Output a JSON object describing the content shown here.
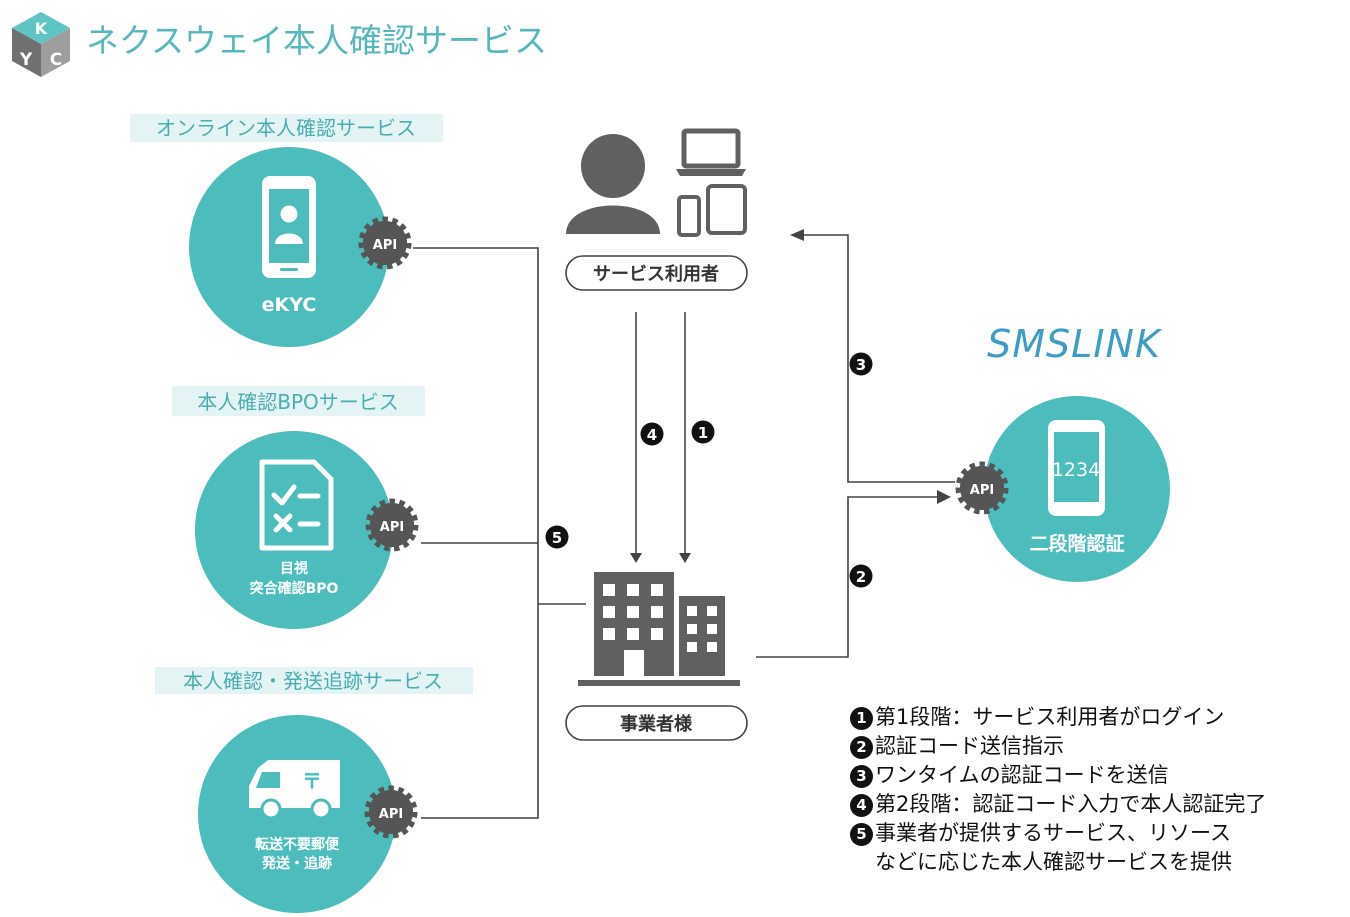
{
  "header": {
    "logo_letters": [
      "K",
      "Y",
      "C"
    ],
    "title": "ネクスウェイ本人確認サービス"
  },
  "services": [
    {
      "heading": "オンライン本人確認サービス",
      "icon": "smartphone-person-icon",
      "label_lines": [
        "eKYC"
      ],
      "api": "API"
    },
    {
      "heading": "本人確認BPOサービス",
      "icon": "checklist-document-icon",
      "label_lines": [
        "目視",
        "突合確認BPO"
      ],
      "api": "API"
    },
    {
      "heading": "本人確認・発送追跡サービス",
      "icon": "postal-truck-icon",
      "label_lines": [
        "転送不要郵便",
        "発送・追跡"
      ],
      "api": "API"
    }
  ],
  "user_node": {
    "label": "サービス利用者",
    "icons": [
      "person-icon",
      "laptop-icon",
      "smartphone-icon",
      "tablet-icon"
    ]
  },
  "business_node": {
    "label": "事業者様",
    "icon": "office-building-icon"
  },
  "smslink": {
    "logo": "SMSLINK",
    "screen_code": "1234",
    "label": "二段階認証",
    "api": "API"
  },
  "step_markers": [
    "❶",
    "❷",
    "❸",
    "❹",
    "❺"
  ],
  "legend": [
    {
      "marker": "1",
      "text": "第1段階：サービス利用者がログイン"
    },
    {
      "marker": "2",
      "text": "認証コード送信指示"
    },
    {
      "marker": "3",
      "text": "ワンタイムの認証コードを送信"
    },
    {
      "marker": "4",
      "text": "第2段階：認証コード入力で本人認証完了"
    },
    {
      "marker": "5",
      "text": "事業者が提供するサービス、リソース",
      "continuation": "などに応じた本人確認サービスを提供"
    }
  ],
  "colors": {
    "teal": "#4dbcbc",
    "heading_bg": "#e4f3f3",
    "heading_text": "#4aaeb0",
    "gear": "#555555",
    "icon_gray": "#606060",
    "line": "#444444",
    "logo_blue": "#3d9dc6"
  }
}
